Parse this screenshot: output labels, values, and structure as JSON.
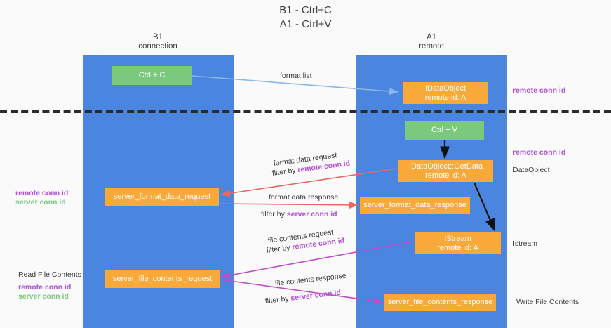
{
  "title": {
    "line1": "B1 - Ctrl+C",
    "line2": "A1 - Ctrl+V"
  },
  "columns": [
    {
      "name": "B1",
      "sub": "connection"
    },
    {
      "name": "A1",
      "sub": "remote"
    }
  ],
  "nodes": {
    "ctrl_c": "Ctrl + C",
    "ctrl_v": "Ctrl + V",
    "idataobject_title": "IDataObject",
    "idataobject_sub": "remote id: A",
    "getdata_title": "IDataObject::GetData",
    "getdata_sub": "remote id: A",
    "istream_title": "IStream",
    "istream_sub": "remote id: A",
    "server_format_data_request": "server_format_data_request",
    "server_format_data_response": "server_format_data_response",
    "server_file_contents_request": "server_file_contents_request",
    "server_file_contents_response": "server_file_contents_response"
  },
  "edges": {
    "format_list": "format list",
    "format_data_request": "format data request",
    "format_data_request_filter_prefix": "filter by ",
    "format_data_request_filter_key": "remote conn id",
    "format_data_response": "format data response",
    "format_data_response_filter_prefix": "filter by ",
    "format_data_response_filter_key": "server conn id",
    "file_contents_request": "file contents request",
    "file_contents_request_filter_prefix": "filter by ",
    "file_contents_request_filter_key": "remote conn id",
    "file_contents_response": "file contents response",
    "file_contents_response_filter_prefix": "filter by ",
    "file_contents_response_filter_key": "server conn id"
  },
  "annotations": {
    "right_remote_conn_id_top": "remote conn id",
    "right_remote_conn_id_mid": "remote conn id",
    "right_dataobject": "DataObject",
    "right_istream": "Istream",
    "right_write_file_contents": "Write File Contents",
    "left_remote_conn_id": "remote conn id",
    "left_server_conn_id": "server conn id",
    "left_read_file_contents": "Read File Contents",
    "left_remote_conn_id_2": "remote conn id",
    "left_server_conn_id_2": "server conn id"
  },
  "colors": {
    "lane": "#4a86e0",
    "node_orange": "#f9a93a",
    "node_green": "#7bc97f",
    "purple": "#b14fd8",
    "green_text": "#7bc97f",
    "arrow_blue": "#8ab6e8",
    "arrow_red": "#e8685f",
    "arrow_magenta": "#c24bc9",
    "arrow_black": "#000000",
    "divider": "#2b2b2b",
    "background": "#fafafa"
  }
}
